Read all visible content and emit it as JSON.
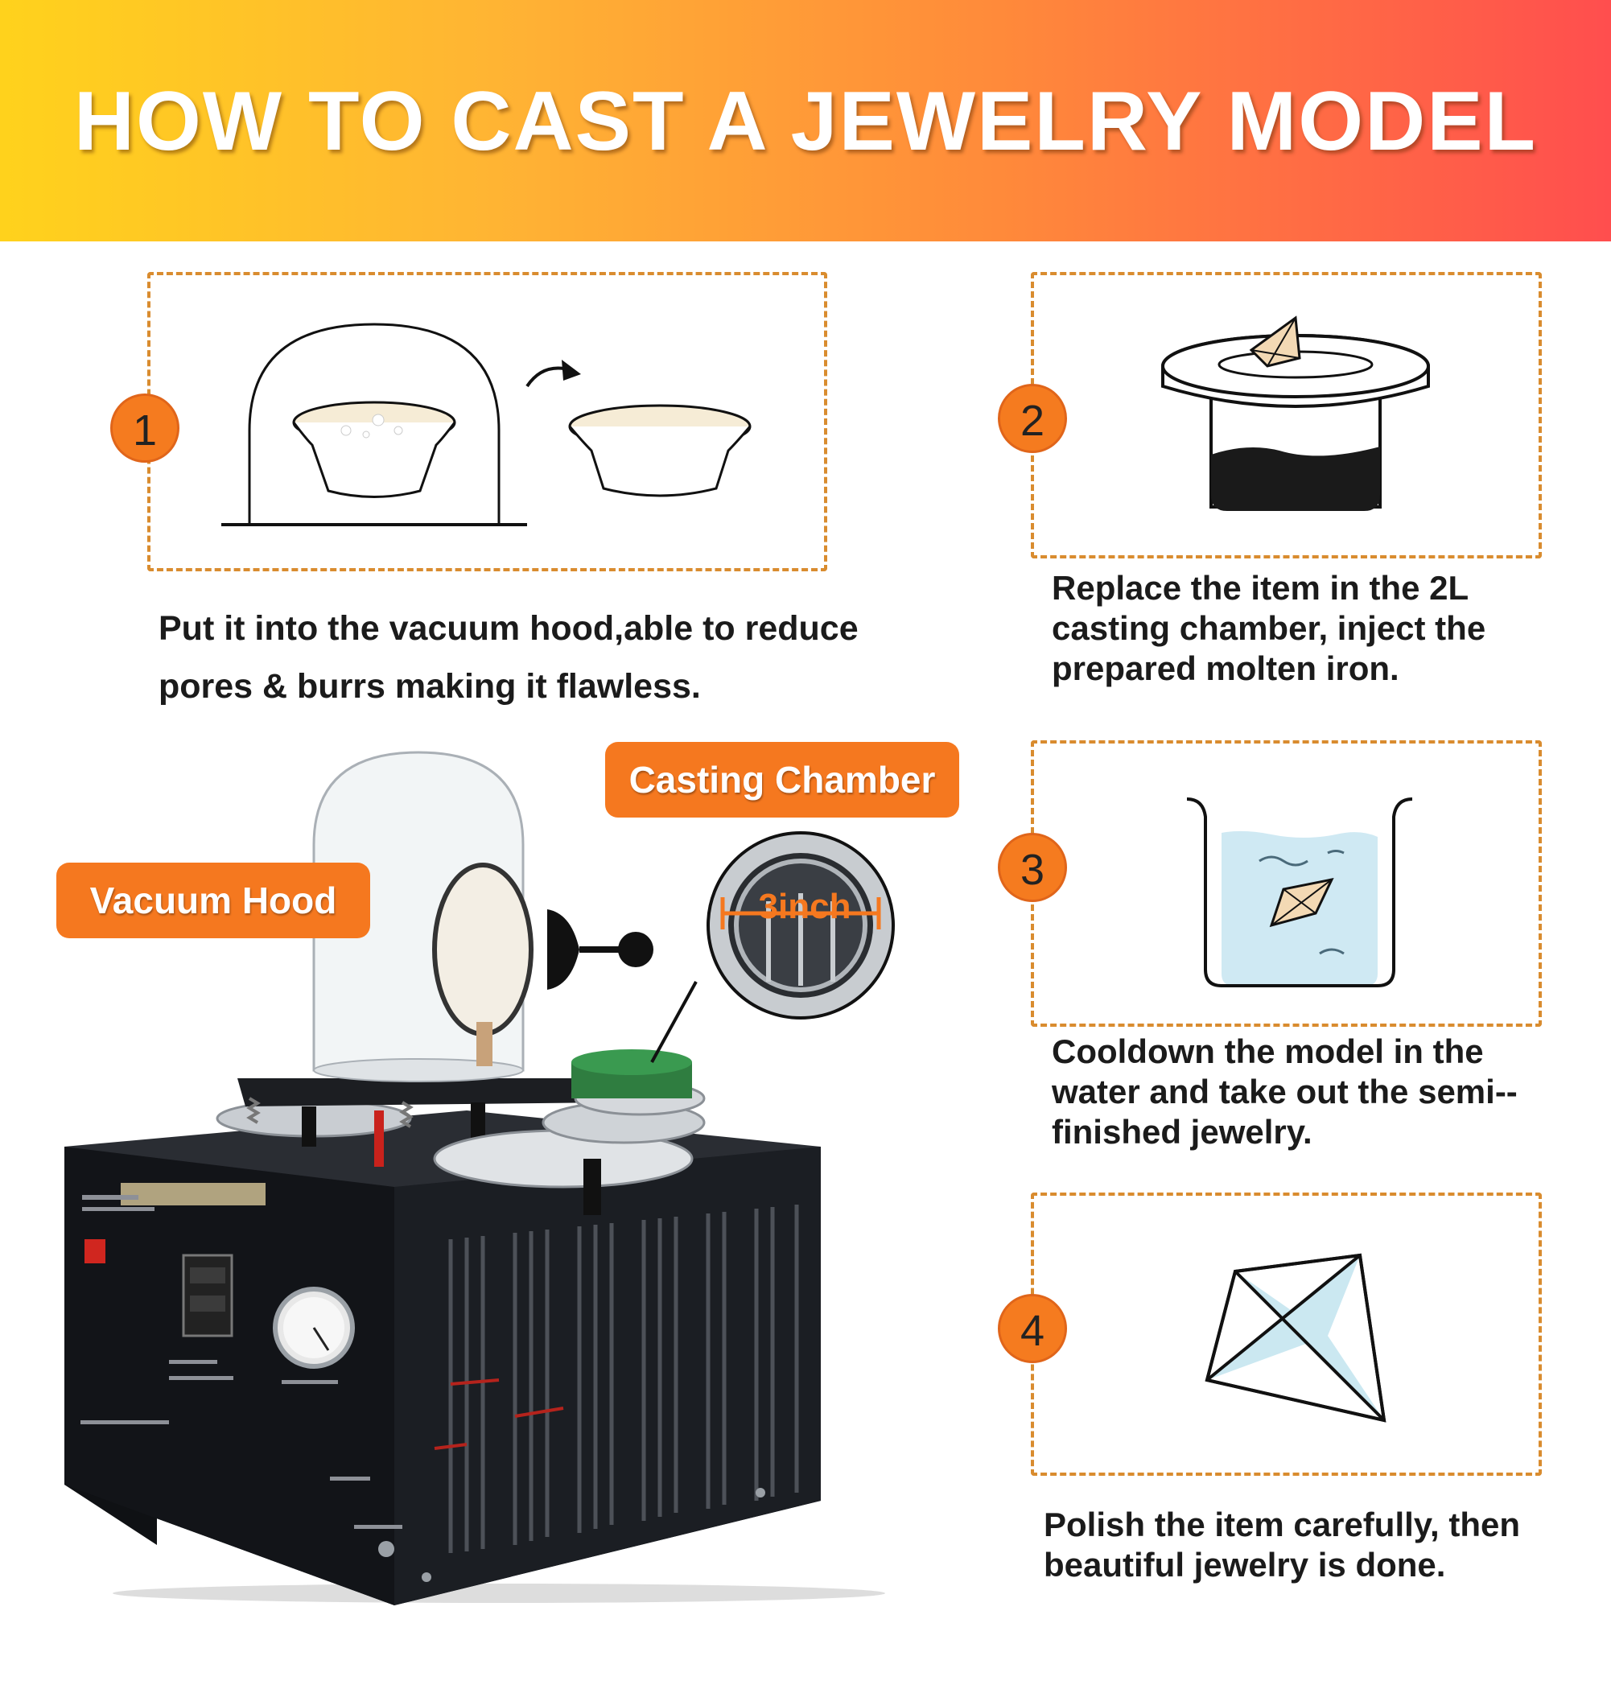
{
  "title": "HOW TO CAST A JEWELRY MODEL",
  "steps": [
    {
      "number": "1",
      "caption": "Put it into the vacuum hood,able to reduce pores & burrs making it flawless."
    },
    {
      "number": "2",
      "caption": "Replace the item in the 2L casting chamber, inject the prepared molten iron."
    },
    {
      "number": "3",
      "caption": "Cooldown the model in the water and take out the semi--finished jewelry."
    },
    {
      "number": "4",
      "caption": "Polish the item carefully, then beautiful jewelry is done."
    }
  ],
  "labels": {
    "vacuum_hood": "Vacuum Hood",
    "casting_chamber": "Casting Chamber",
    "chamber_size": "3inch"
  },
  "colors": {
    "accent": "#f5781f",
    "dashed_border": "#d98c2f",
    "water": "#cfe9f3",
    "machine_body": "#14161a"
  }
}
